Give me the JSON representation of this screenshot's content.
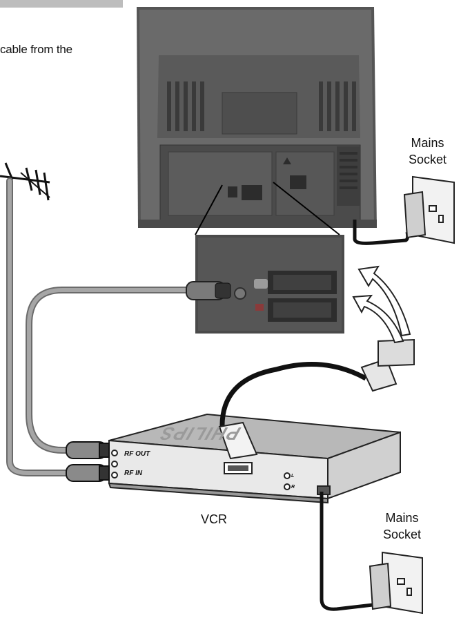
{
  "header": {
    "intro_text": "cable  from the"
  },
  "labels": {
    "mains_socket_top": [
      "Mains",
      "Socket"
    ],
    "mains_socket_bottom": [
      "Mains",
      "Socket"
    ],
    "vcr": "VCR"
  },
  "vcr_panel": {
    "rf_out": "RF OUT",
    "rf_in": "RF IN",
    "audio_left": "L",
    "audio_right": "R",
    "brand": "PHILIPS"
  }
}
